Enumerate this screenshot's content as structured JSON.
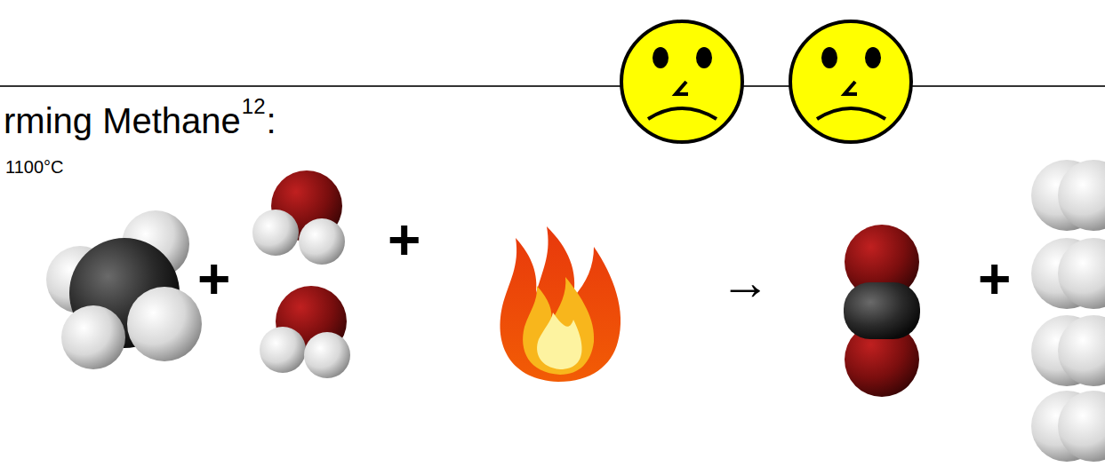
{
  "diagram": {
    "title": "rming Methane",
    "labels": [
      "12",
      ":",
      "1100°C",
      "+",
      "+",
      "+",
      "→"
    ]
  }
}
